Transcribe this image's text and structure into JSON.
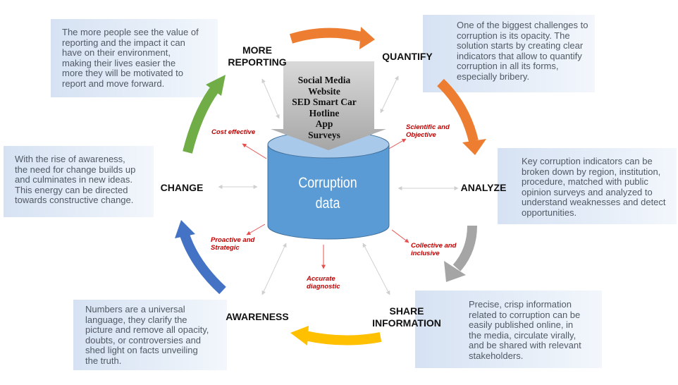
{
  "center": {
    "title_line1": "Corruption",
    "title_line2": "data",
    "sources": [
      "Social Media",
      "Website",
      "SED Smart Car",
      "Hotline",
      "App",
      "Surveys"
    ]
  },
  "stages": {
    "more_reporting": [
      "MORE",
      "REPORTING"
    ],
    "quantify": "QUANTIFY",
    "analyze": "ANALYZE",
    "share_information": [
      "SHARE",
      "INFORMATION"
    ],
    "awareness": "AWARENESS",
    "change": "CHANGE"
  },
  "attributes": {
    "cost_effective": "Cost effective",
    "scientific": [
      "Scientific and",
      "Objective"
    ],
    "collective": [
      "Collective and",
      "inclusive"
    ],
    "accurate": [
      "Accurate",
      "diagnostic"
    ],
    "proactive": [
      "Proactive and",
      "Strategic"
    ]
  },
  "descriptions": {
    "more_reporting": [
      "The more people see the value of",
      "reporting and the impact it can",
      "have on their environment,",
      "making their lives easier the",
      "more they will be motivated to",
      "report and move forward."
    ],
    "quantify": [
      "One of the biggest challenges to",
      "corruption is its opacity. The",
      "solution starts by creating clear",
      "indicators that allow to quantify",
      "corruption in all its forms,",
      "especially bribery."
    ],
    "analyze": [
      "Key corruption indicators can be",
      "broken down by region, institution,",
      "procedure, matched with public",
      "opinion surveys and analyzed to",
      "understand weaknesses and detect",
      "opportunities."
    ],
    "share_information": [
      "Precise, crisp information",
      "related to corruption can be",
      "easily published online, in",
      "the media, circulate virally,",
      "and be shared with relevant",
      "stakeholders."
    ],
    "awareness": [
      "Numbers are a universal",
      "language, they clarify the",
      "picture and remove all opacity,",
      "doubts, or controversies and",
      "shed light on facts unveiling",
      "the truth."
    ],
    "change": [
      "With the rise of awareness,",
      "the need for change builds up",
      "and culminates in new ideas.",
      "This energy can be directed",
      "towards constructive change."
    ]
  },
  "colors": {
    "orange": "#ed7d31",
    "gray": "#a5a5a5",
    "yellow": "#ffc000",
    "blue": "#4472c4",
    "green": "#70ad47",
    "cylinder": "#5b9bd5",
    "attribute_text": "#c00000"
  }
}
